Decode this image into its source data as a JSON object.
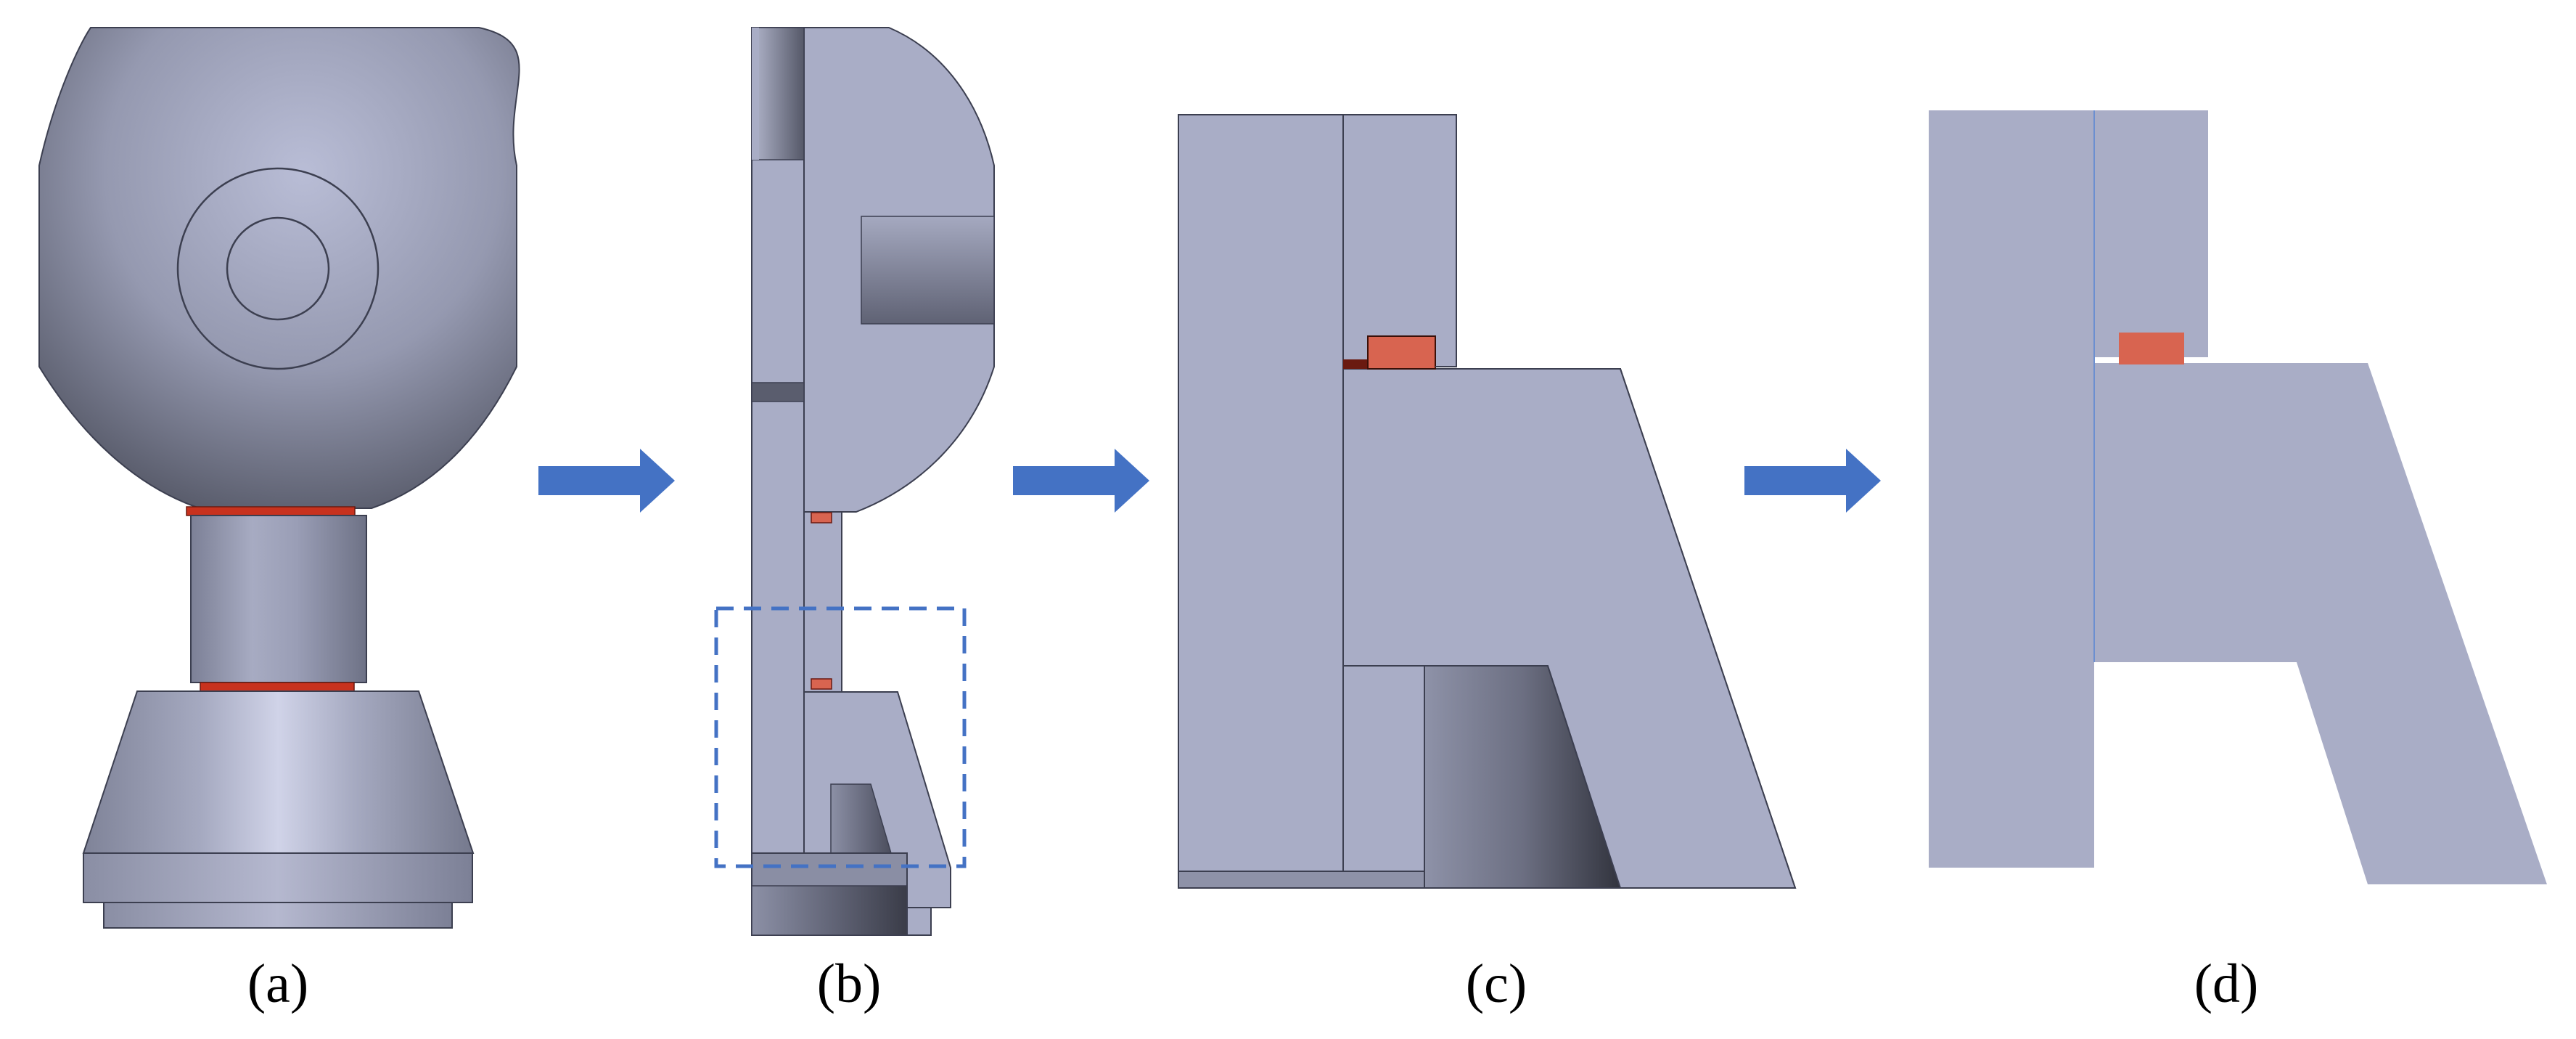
{
  "captions": {
    "a": "(a)",
    "b": "(b)",
    "c": "(c)",
    "d": "(d)"
  },
  "colors": {
    "body_fill": "#A9ADC6",
    "body_stroke": "#3C3F50",
    "seal_red": "#D86450",
    "seal_dark_red": "#C8321E",
    "arrow_blue": "#4472C4",
    "highlight_box": "#4472C4",
    "shadow_dark": "#4A4D5E",
    "shadow_light": "#C9CCDD"
  },
  "icons": {
    "step_arrow": "right-arrow-icon"
  }
}
